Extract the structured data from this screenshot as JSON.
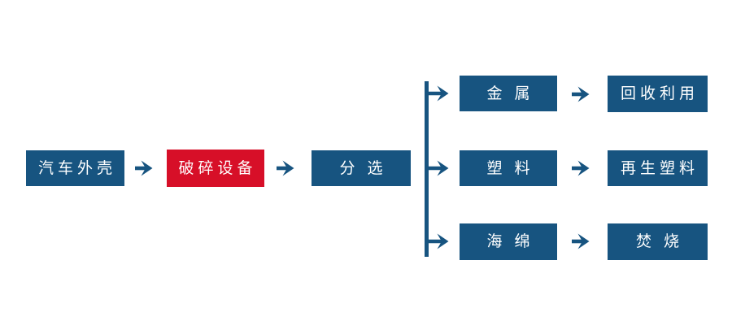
{
  "colors": {
    "node_blue": "#175480",
    "node_highlight_red": "#d70f28",
    "connector_blue": "#175480",
    "node_text": "#ffffff",
    "background": "#ffffff"
  },
  "icons": {
    "arrow": "right-arrow →"
  },
  "flow": {
    "main": [
      {
        "id": "car-shell",
        "label": "汽车外壳",
        "color": "#175480"
      },
      {
        "id": "crushing-equipment",
        "label": "破碎设备",
        "color": "#d70f28"
      },
      {
        "id": "sorting",
        "label": "分选",
        "color": "#175480"
      }
    ],
    "branches": [
      {
        "id": "metal",
        "material": "金属",
        "outcome": "回收利用"
      },
      {
        "id": "plastic",
        "material": "塑料",
        "outcome": "再生塑料"
      },
      {
        "id": "sponge",
        "material": "海绵",
        "outcome": "焚烧"
      }
    ]
  }
}
